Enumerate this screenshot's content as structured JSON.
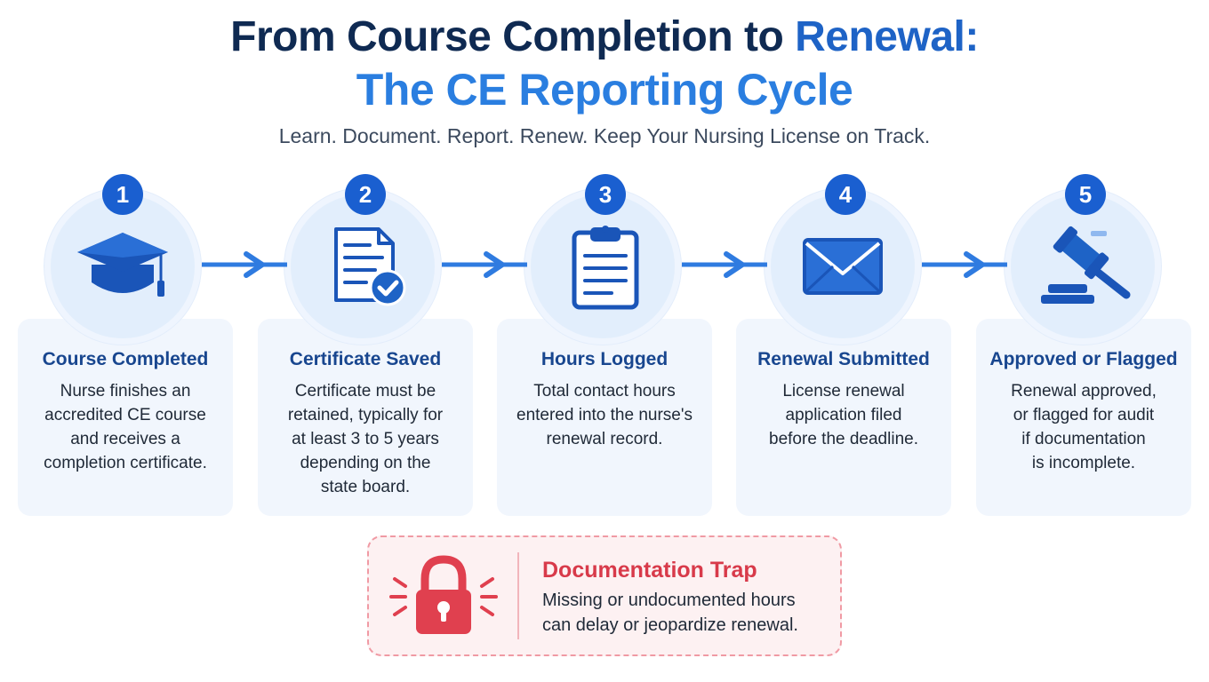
{
  "header": {
    "title_part1": "From Course Completion to ",
    "title_highlight": "Renewal:",
    "title_line2": "The CE Reporting Cycle",
    "subtitle": "Learn. Document. Report. Renew. Keep Your Nursing License on Track."
  },
  "colors": {
    "navy": "#0f2a52",
    "accent_blue": "#1e63c6",
    "badge_blue": "#1a5fd0",
    "card_bg": "#f1f6fd",
    "alert_red": "#d83a4a"
  },
  "steps": [
    {
      "number": "1",
      "icon": "graduation-cap-icon",
      "title": "Course Completed",
      "description": "Nurse finishes an\naccredited CE course\nand receives a\ncompletion certificate."
    },
    {
      "number": "2",
      "icon": "certificate-check-icon",
      "title": "Certificate Saved",
      "description": "Certificate must be\nretained, typically for\nat least 3 to 5 years\ndepending on the\nstate board."
    },
    {
      "number": "3",
      "icon": "clipboard-icon",
      "title": "Hours Logged",
      "description": "Total contact hours\nentered into the nurse's\nrenewal record."
    },
    {
      "number": "4",
      "icon": "envelope-icon",
      "title": "Renewal Submitted",
      "description": "License renewal\napplication filed\nbefore the deadline."
    },
    {
      "number": "5",
      "icon": "gavel-icon",
      "title": "Approved or Flagged",
      "description": "Renewal approved,\nor flagged for audit\nif documentation\nis incomplete."
    }
  ],
  "trap": {
    "icon": "padlock-icon",
    "title": "Documentation Trap",
    "description": "Missing or undocumented hours\ncan delay or jeopardize renewal."
  }
}
